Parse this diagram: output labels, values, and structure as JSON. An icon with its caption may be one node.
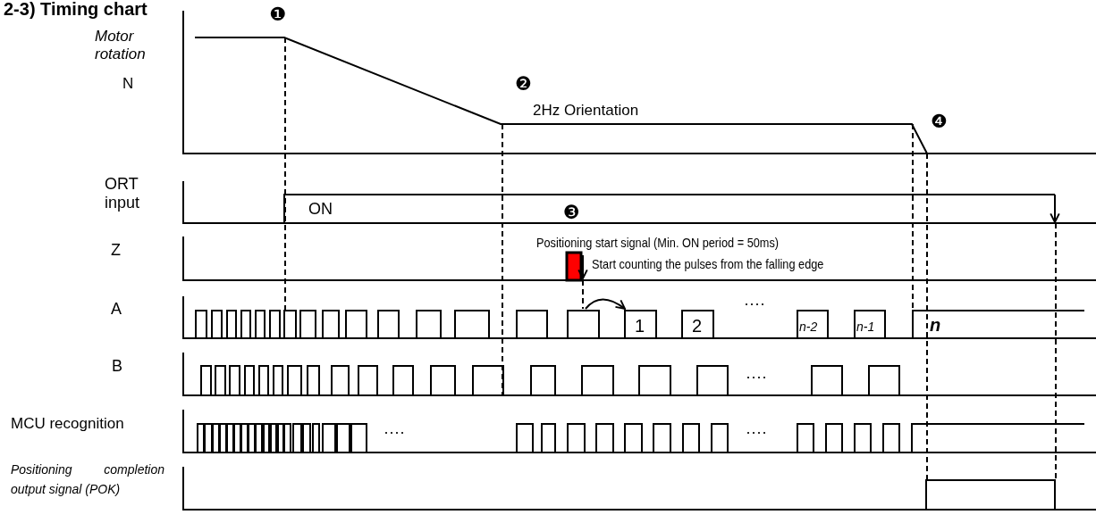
{
  "diagram": {
    "title": "2-3) Timing chart",
    "labels": [
      "❶",
      "Motor rotation",
      "N",
      "❷",
      "2Hz Orientation",
      "❹",
      "ORT input",
      "ON",
      "❸",
      "Z",
      "Positioning start signal (Min. ON period = 50ms)",
      "Start counting the pulses from the falling edge",
      "A",
      "1",
      "2",
      "····",
      "n-2",
      "n-1",
      "n",
      "B",
      "····",
      "MCU recognition",
      "····",
      "····",
      "Positioning completion output signal (POK)"
    ]
  }
}
